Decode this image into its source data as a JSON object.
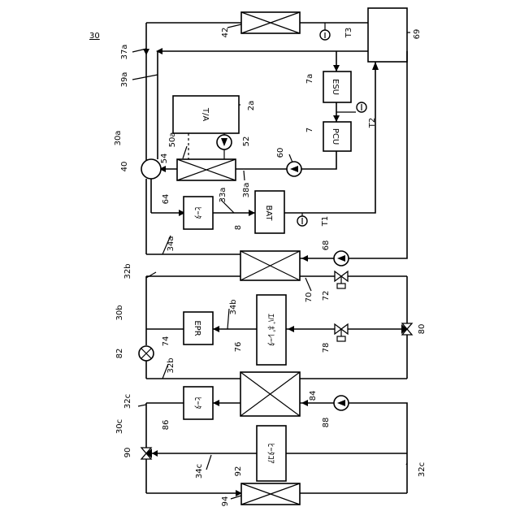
{
  "labels": {
    "fig": "30",
    "l37a": "37a",
    "l39a": "39a",
    "l30a": "30a",
    "l40": "40",
    "l64": "64",
    "l34a": "34a",
    "l32b_top": "32b",
    "l30b": "30b",
    "l82": "82",
    "l32b_low": "32b",
    "l32c_top": "32c",
    "l30c": "30c",
    "l90": "90",
    "l94": "94",
    "l42": "42",
    "l69": "69",
    "l2a": "2a",
    "l50a": "50a",
    "l54": "54",
    "l52": "52",
    "l60": "60",
    "l38a": "38a",
    "l33a": "33a",
    "l8": "8",
    "l7a": "7a",
    "l7": "7",
    "lT3": "T3",
    "lT2": "T2",
    "lT1": "T1",
    "l68": "68",
    "l70": "70",
    "l72": "72",
    "l34b": "34b",
    "l74": "74",
    "l76": "76",
    "l78": "78",
    "l80": "80",
    "l84": "84",
    "l86": "86",
    "l88": "88",
    "l92": "92",
    "l34c": "34c",
    "l32c_right": "32c"
  },
  "boxes": {
    "ta": "T/A",
    "esu": "ESU",
    "pcu": "PCU",
    "bat": "BAT",
    "heater1": "ﾋｰﾀ",
    "epr": "EPR",
    "evaporator": "ｴﾊﾞﾎﾟﾚｰﾀ",
    "heater2": "ﾋｰﾀ",
    "heatercore": "ﾋｰﾀｺｱ"
  },
  "sensors": {
    "t": "T"
  }
}
